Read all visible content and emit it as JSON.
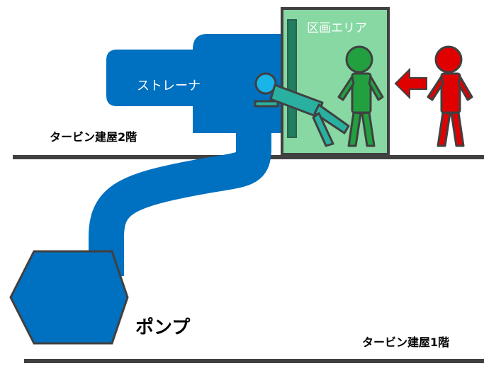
{
  "labels": {
    "strainer": "ストレーナ",
    "zone_area": "区画エリア",
    "floor2": "タービン建屋2階",
    "floor1": "タービン建屋1階",
    "pump": "ポンプ"
  },
  "colors": {
    "equipment_blue": "#0070C0",
    "zone_fill": "#88D8A4",
    "zone_border": "#404040",
    "worker_green": "#22A040",
    "worker_red": "#E00000",
    "injured_worker": "#2AB0A0",
    "head_cyan": "#19B4E8",
    "arrow_red": "#E00000",
    "floor_line": "#404040",
    "door_green": "#1F7F60"
  },
  "icons": {
    "arrow": "arrow-left-icon",
    "red_person": "red-worker-icon",
    "green_person": "green-worker-icon",
    "injured_person": "fallen-worker-icon"
  }
}
